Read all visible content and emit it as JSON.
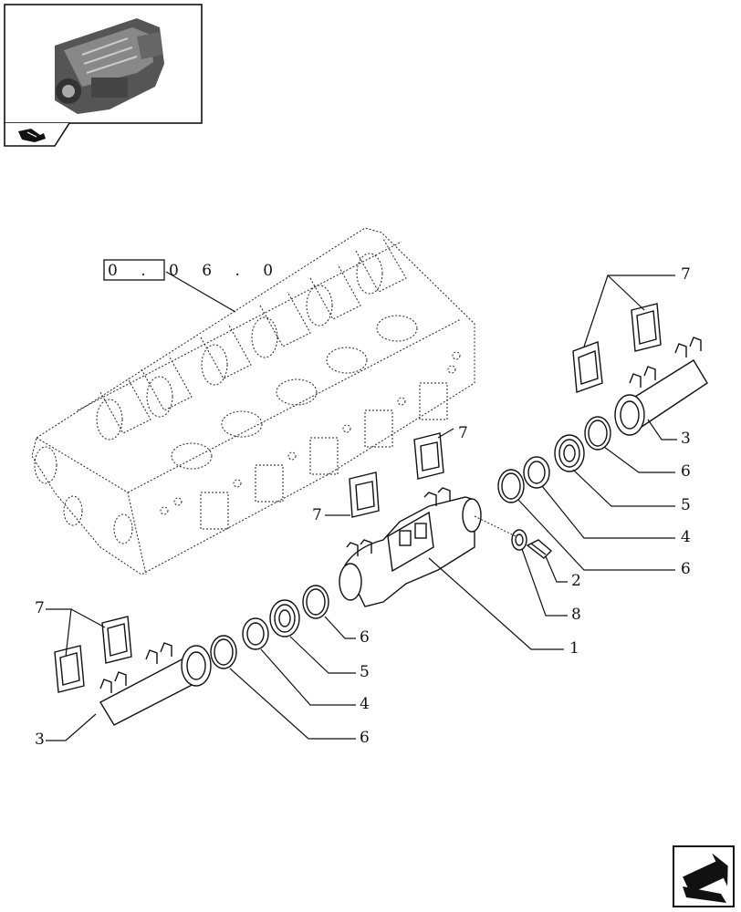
{
  "reference": {
    "text": "0 . 0 6 . 0"
  },
  "callouts": [
    {
      "id": "c7a",
      "text": "7"
    },
    {
      "id": "c3a",
      "text": "3"
    },
    {
      "id": "c6a",
      "text": "6"
    },
    {
      "id": "c5a",
      "text": "5"
    },
    {
      "id": "c4a",
      "text": "4"
    },
    {
      "id": "c6b",
      "text": "6"
    },
    {
      "id": "c7b",
      "text": "7"
    },
    {
      "id": "c7c",
      "text": "7"
    },
    {
      "id": "c2",
      "text": "2"
    },
    {
      "id": "c8",
      "text": "8"
    },
    {
      "id": "c1",
      "text": "1"
    },
    {
      "id": "c6c",
      "text": "6"
    },
    {
      "id": "c5b",
      "text": "5"
    },
    {
      "id": "c4b",
      "text": "4"
    },
    {
      "id": "c6d",
      "text": "6"
    },
    {
      "id": "c7d",
      "text": "7"
    },
    {
      "id": "c3b",
      "text": "3"
    }
  ],
  "icons": {
    "thumbnail": "engine-thumbnail-icon",
    "book": "catalog-book-icon",
    "nav": "next-page-arrow-icon"
  }
}
